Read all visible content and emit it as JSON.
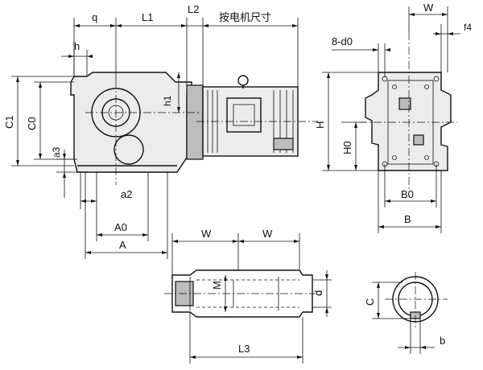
{
  "labels": {
    "q": "q",
    "L1": "L1",
    "L2": "L2",
    "motor_dim": "按电机尺寸",
    "W_top": "W",
    "f4": "f4",
    "h": "h",
    "h1": "h1",
    "d0": "8-d0",
    "C1": "C1",
    "C0": "C0",
    "a3": "a3",
    "a2": "a2",
    "A0": "A0",
    "A": "A",
    "H": "H",
    "H0": "H0",
    "B0": "B0",
    "B": "B",
    "W_left": "W",
    "W_right": "W",
    "M": "M",
    "d": "d",
    "L3": "L3",
    "C": "C",
    "b": "b"
  }
}
